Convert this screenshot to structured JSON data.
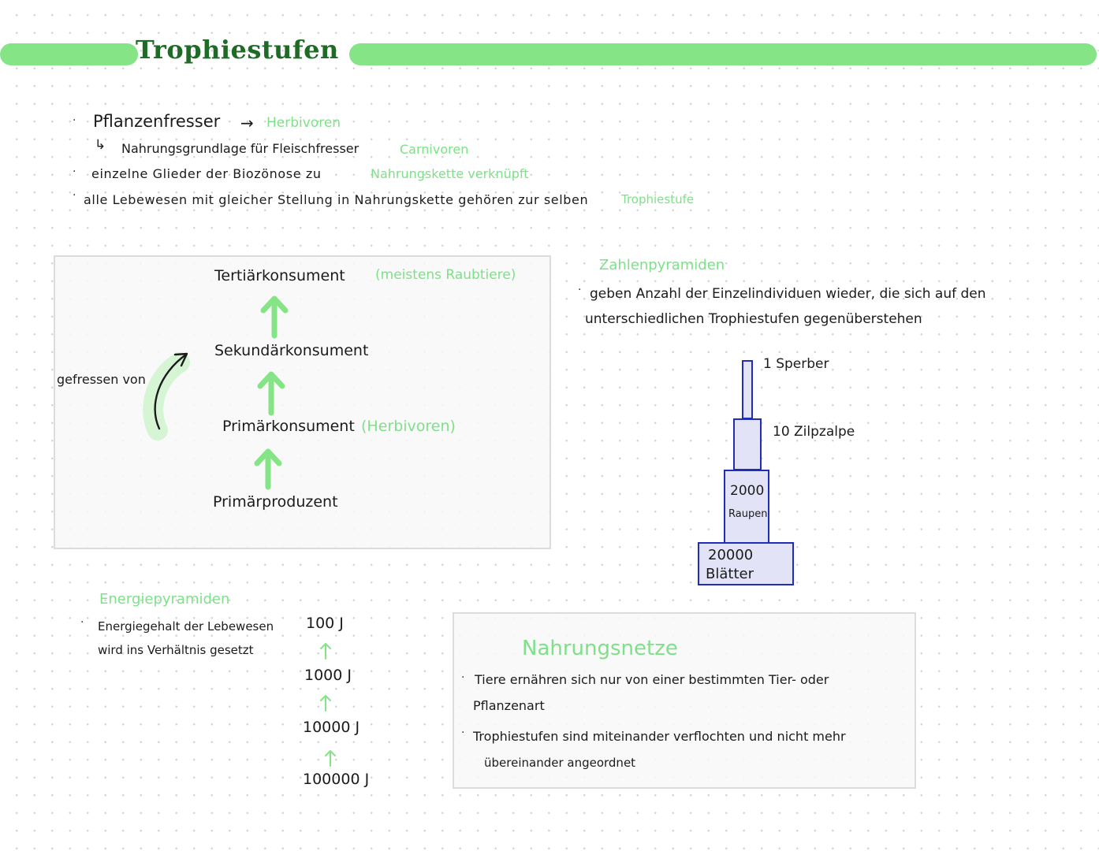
{
  "title": "Trophiestufen",
  "intro": {
    "line1_term": "Pflanzenfresser",
    "line1_arrow": "→",
    "line1_green": "Herbivoren",
    "line2_arrow": "↳",
    "line2_text": "Nahrungsgrundlage für Fleischfresser",
    "line2_green": "Carnivoren",
    "line3_text": "einzelne Glieder der Biozönose zu",
    "line3_green": "Nahrungskette verknüpft",
    "line4_text": "alle Lebewesen mit gleicher Stellung in Nahrungskette gehören zur selben",
    "line4_green": "Trophiestufe"
  },
  "chain": {
    "tertiary": "Tertiärkonsument",
    "tertiary_note": "(meistens Raubtiere)",
    "secondary": "Sekundärkonsument",
    "primary": "Primärkonsument",
    "primary_note": "(Herbivoren)",
    "producer": "Primärproduzent",
    "eaten_by": "gefressen von"
  },
  "number_pyramid": {
    "heading": "Zahlenpyramiden",
    "desc_line1": "geben Anzahl der Einzelindividuen wieder, die sich auf den",
    "desc_line2": "unterschiedlichen Trophiestufen gegenüberstehen",
    "level1": "1 Sperber",
    "level2": "10 Zilpzalpe",
    "level3_num": "2000",
    "level3_label": "Raupen",
    "level4_num": "20000",
    "level4_label": "Blätter"
  },
  "energy_pyramid": {
    "heading": "Energiepyramiden",
    "desc_line1": "Energiegehalt der Lebewesen",
    "desc_line2": "wird ins Verhältnis gesetzt",
    "values": [
      "100 J",
      "1000 J",
      "10000 J",
      "100000 J"
    ]
  },
  "food_web": {
    "heading": "Nahrungsnetze",
    "item1_line1": "Tiere ernähren sich nur von einer bestimmten Tier- oder",
    "item1_line2": "Pflanzenart",
    "item2_line1": "Trophiestufen sind miteinander verflochten und nicht mehr",
    "item2_line2": "übereinander angeordnet"
  },
  "colors": {
    "accent_green": "#84e486",
    "title_green": "#1d6b24",
    "pyramid_border": "#1f2db8"
  }
}
